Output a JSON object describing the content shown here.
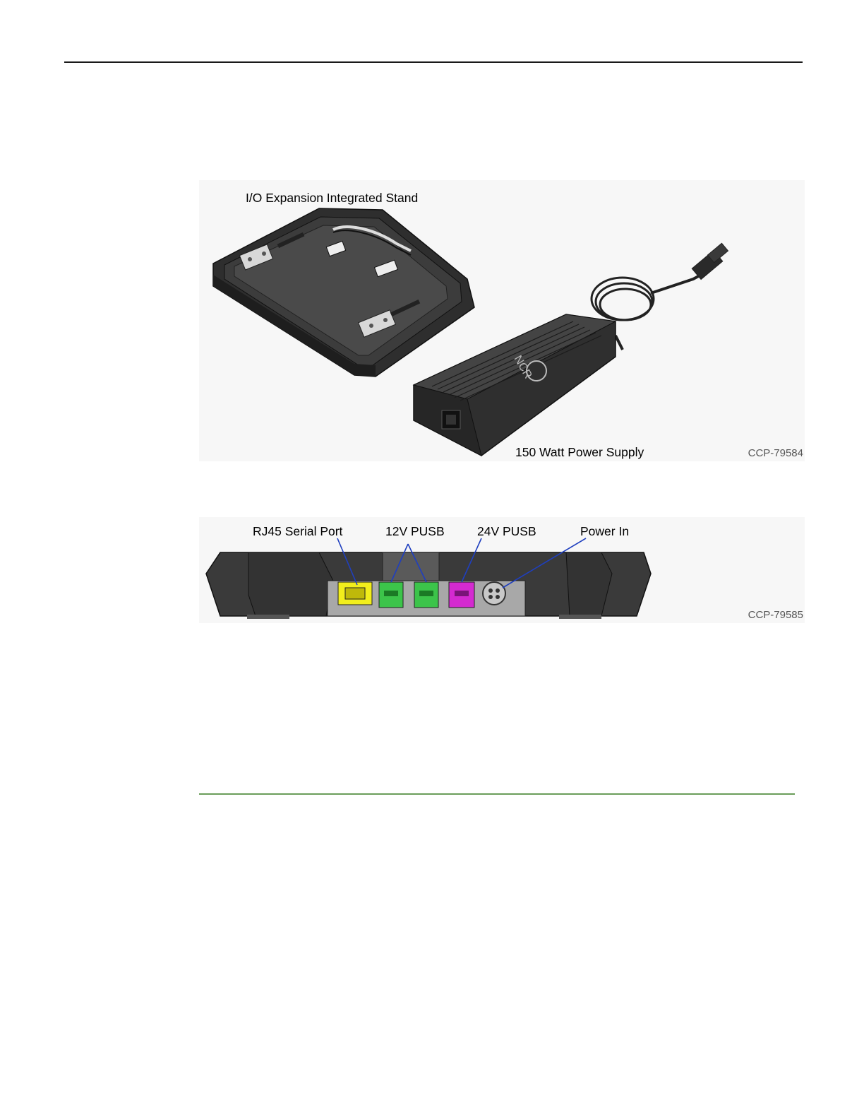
{
  "figure1": {
    "stand_label": "I/O Expansion Integrated Stand",
    "psu_label": "150 Watt Power Supply",
    "figure_id": "CCP-79584",
    "brand_text": "NCR"
  },
  "figure2": {
    "labels": {
      "rj45": "RJ45 Serial Port",
      "pusb12": "12V PUSB",
      "pusb24": "24V PUSB",
      "power_in": "Power In"
    },
    "figure_id": "CCP-79585",
    "colors": {
      "rj45": "#f2ee1c",
      "pusb12": "#3cc44a",
      "pusb24": "#d42ad0",
      "power": "#c8c8c8",
      "body": "#3a3a3a"
    }
  }
}
